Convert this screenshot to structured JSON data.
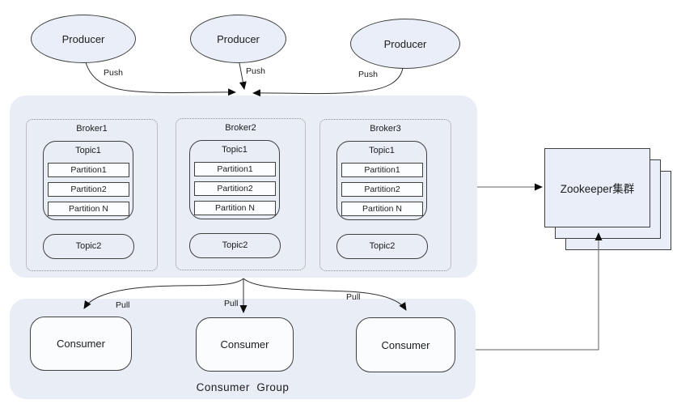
{
  "colors": {
    "panel_fill": "#e8edf6",
    "node_fill": "#e9eef8",
    "partition_fill": "#fcfdff",
    "consumer_fill": "#fbfcfe",
    "line": "#3f3f3f"
  },
  "producers": [
    {
      "label": "Producer",
      "push_label": "Push"
    },
    {
      "label": "Producer",
      "push_label": "Push"
    },
    {
      "label": "Producer",
      "push_label": "Push"
    }
  ],
  "broker_cluster": {
    "brokers": [
      {
        "name": "Broker1",
        "topic1": {
          "label": "Topic1",
          "partitions": [
            "Partition1",
            "Partition2",
            "Partition N"
          ]
        },
        "topic2": {
          "label": "Topic2"
        }
      },
      {
        "name": "Broker2",
        "topic1": {
          "label": "Topic1",
          "partitions": [
            "Partition1",
            "Partition2",
            "Partition N"
          ]
        },
        "topic2": {
          "label": "Topic2"
        }
      },
      {
        "name": "Broker3",
        "topic1": {
          "label": "Topic1",
          "partitions": [
            "Partition1",
            "Partition2",
            "Partition N"
          ]
        },
        "topic2": {
          "label": "Topic2"
        }
      }
    ]
  },
  "zookeeper": {
    "label": "Zookeeper集群"
  },
  "consumer_group": {
    "label": "Consumer  Group",
    "consumers": [
      {
        "label": "Consumer",
        "pull_label": "Pull"
      },
      {
        "label": "Consumer",
        "pull_label": "Pull"
      },
      {
        "label": "Consumer",
        "pull_label": "Pull"
      }
    ]
  }
}
